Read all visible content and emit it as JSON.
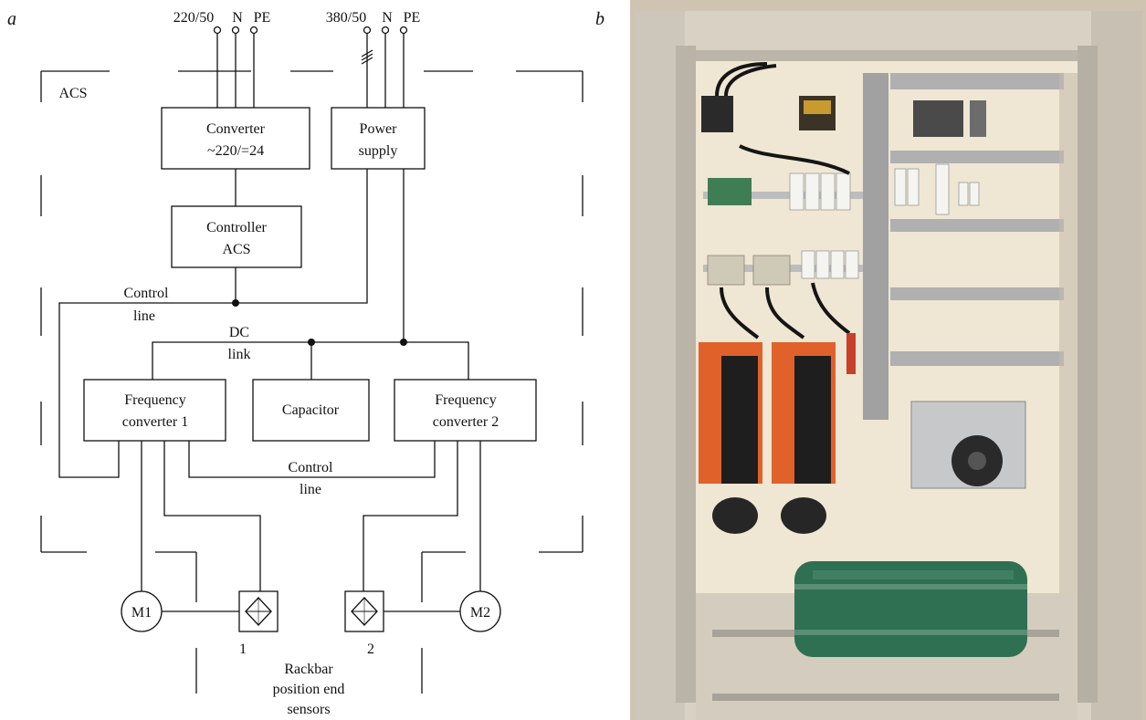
{
  "panel_a": {
    "letter": "a",
    "terminals_left": [
      "220/50",
      "N",
      "PE"
    ],
    "terminals_right": [
      "380/50",
      "N",
      "PE"
    ],
    "acs_label": "ACS",
    "converter": [
      "Converter",
      "~220/=24"
    ],
    "power_supply": [
      "Power",
      "supply"
    ],
    "controller": [
      "Controller",
      "ACS"
    ],
    "control_line_top": [
      "Control",
      "line"
    ],
    "dc_link": [
      "DC",
      "link"
    ],
    "freq_conv_1": [
      "Frequency",
      "converter 1"
    ],
    "capacitor": "Capacitor",
    "freq_conv_2": [
      "Frequency",
      "converter 2"
    ],
    "control_line_bottom": [
      "Control",
      "line"
    ],
    "motor_1": "M1",
    "motor_2": "M2",
    "sensor_1_num": "1",
    "sensor_2_num": "2",
    "sensors_caption": [
      "Rackbar",
      "position end",
      "sensors"
    ]
  },
  "panel_b": {
    "letter": "b"
  },
  "colors": {
    "cabinet_frame": "#d8d2c8",
    "cabinet_back": "#efe6d6",
    "din_rail": "#a9a9a9",
    "cable_duct": "#9c9c9c",
    "drive_orange": "#e0622a",
    "drive_black": "#1e1e1e",
    "green_roll": "#2f6f52"
  }
}
